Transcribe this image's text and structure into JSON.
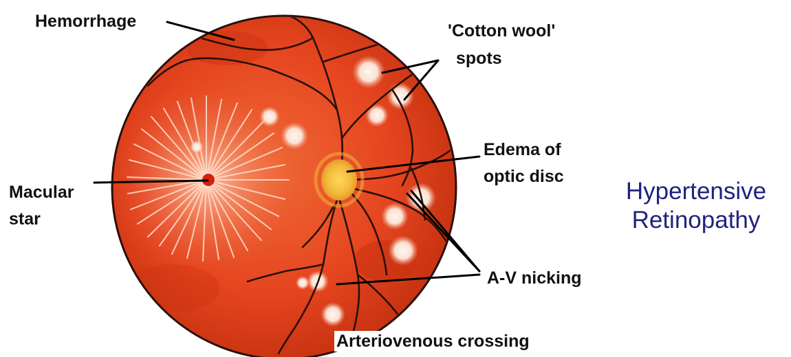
{
  "title": {
    "line1": "Hypertensive",
    "line2": "Retinopathy",
    "color": "#21227e"
  },
  "labels": {
    "hemorrhage": "Hemorrhage",
    "cotton_wool_1": "'Cotton wool'",
    "cotton_wool_2": "spots",
    "edema_1": "Edema of",
    "edema_2": "optic disc",
    "macular_1": "Macular",
    "macular_2": "star",
    "av_nicking": "A-V nicking",
    "av_crossing": "Arteriovenous crossing"
  },
  "colors": {
    "retina": "#e5451f",
    "retina_dark": "#b32a12",
    "optic_disc": "#f2c23a",
    "cotton_wool": "#fbe6dc",
    "vessel": "#2a0f0a",
    "leader_line": "#000000"
  }
}
